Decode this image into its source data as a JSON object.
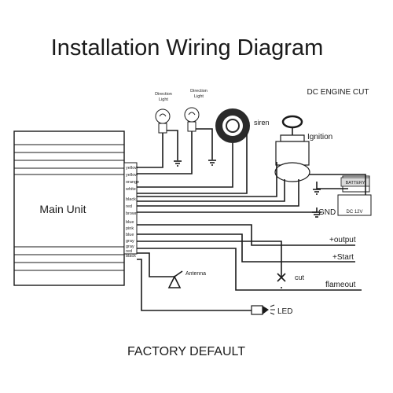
{
  "title": "Installation Wiring Diagram",
  "subtitle": "DC ENGINE CUT",
  "footer": "FACTORY DEFAULT",
  "main_unit": {
    "label": "Main Unit"
  },
  "wire_colors": [
    "yellow",
    "yellow",
    "orange",
    "white",
    "black",
    "red",
    "brown",
    "blue",
    "pink",
    "blue",
    "gray",
    "gray",
    "red",
    "black"
  ],
  "components": {
    "direction_light_1": {
      "line1": "Direction",
      "line2": "Light"
    },
    "direction_light_2": {
      "line1": "Direction",
      "line2": "Light"
    },
    "siren": "siren",
    "ignition": "Ignition",
    "battery": {
      "label": "BATTERY",
      "voltage": "DC 12V"
    },
    "gnd": "GND",
    "output": "+output",
    "start": "+Start",
    "cut": "cut",
    "flameout": "flameout",
    "antenna": "Antenna",
    "led": "LED"
  }
}
